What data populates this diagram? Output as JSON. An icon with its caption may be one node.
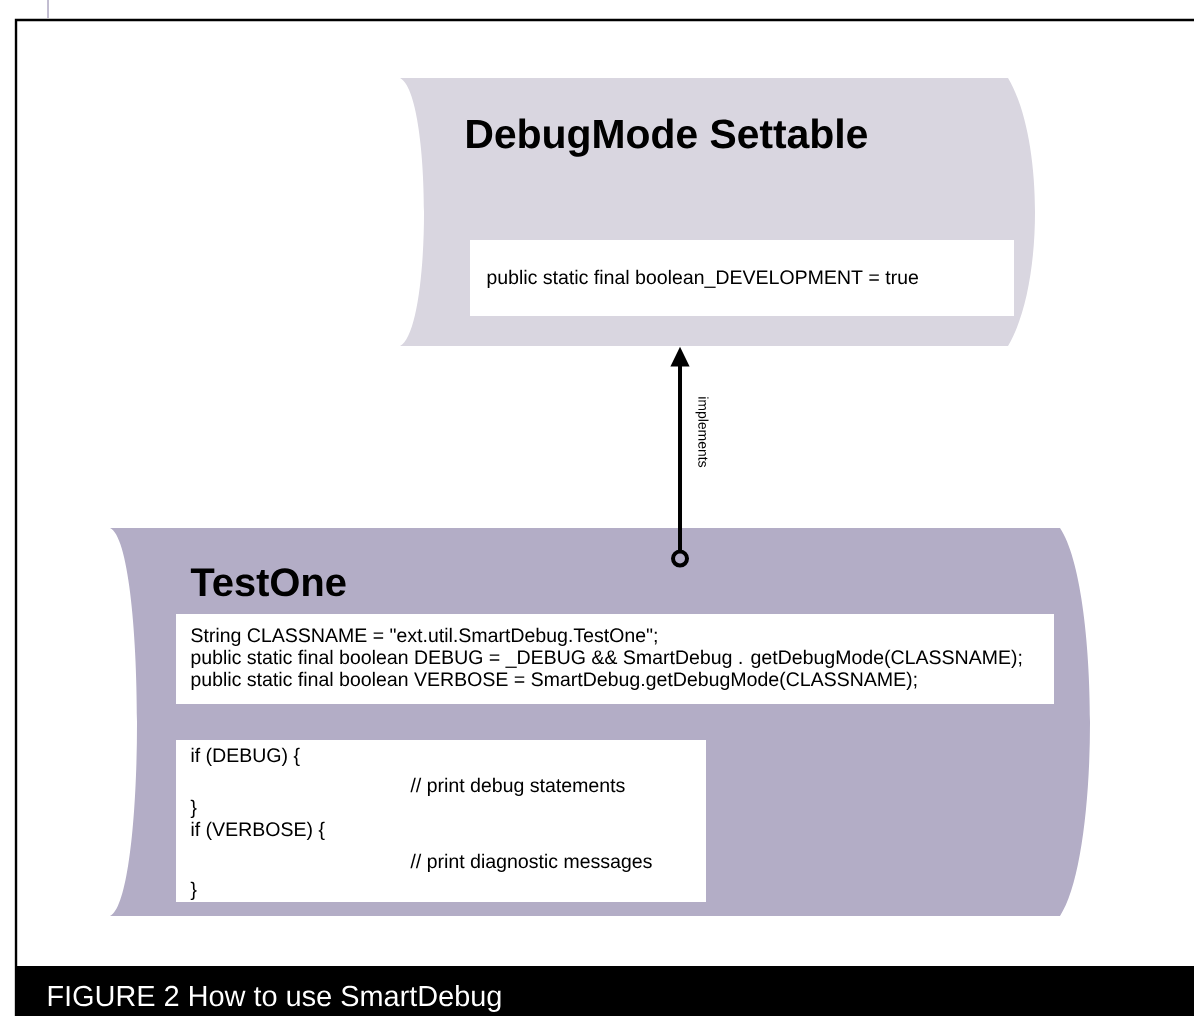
{
  "diagram": {
    "caption": "FIGURE 2 How to use SmartDebug",
    "nodes": [
      {
        "text": [
          "DebugMode Settable"
        ]
      },
      {
        "text": [
          "public static final boolean_DEVELOPMENT = true"
        ],
        "in": 0
      },
      {
        "text": [
          "TestOne"
        ]
      },
      {
        "text": [
          "String CLASSNAME = \"ext.util.SmartDebug.TestOne\";",
          "public static final boolean DEBUG = _DEBUG && SmartDebug . getDebugMode(CLASSNAME);",
          "public static final boolean VERBOSE = SmartDebug.getDebugMode(CLASSNAME);"
        ],
        "in": 2
      },
      {
        "text": [
          "if (DEBUG) {",
          "// print debug statements",
          "}",
          "if (VERBOSE) {",
          "// print diagnostic messages",
          "}"
        ],
        "in": 2
      }
    ],
    "edges": [
      {
        "from": 2,
        "to": 0,
        "arrow": "to",
        "label": "implements"
      }
    ]
  }
}
